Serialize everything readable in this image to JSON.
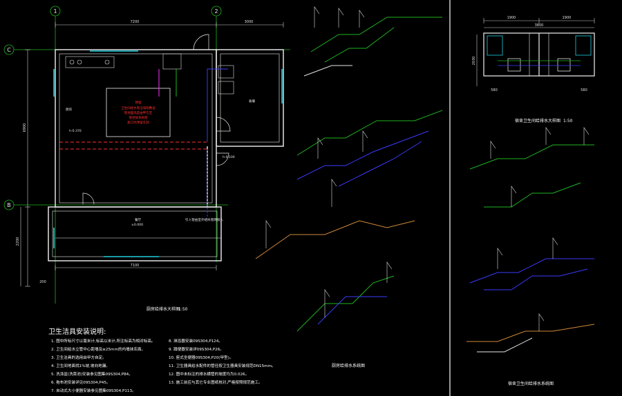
{
  "grid": {
    "axis_1": "1",
    "axis_2": "2",
    "axis_c": "C",
    "axis_b": "B"
  },
  "dims": {
    "top_total": "7200",
    "top_right": "3000",
    "left_total": "6900",
    "left_lower": "2200",
    "left_small": "200",
    "bottom_total": "7100",
    "right_a": "1900",
    "right_b": "1900",
    "right_total": "3800",
    "right_left": "2030",
    "right_s1": "580",
    "right_s2": "580"
  },
  "plan_labels": {
    "kitchen": "厨房",
    "dining": "餐厅",
    "room_a": "厨房",
    "room_b": "备餐",
    "level_a": "h-0.370",
    "level_b": "h-0.100",
    "level_c": "±0.000",
    "red_note_1": "预留",
    "red_note_2": "卫生间给水管沿墙暗敷设",
    "red_note_3": "距地面高度由甲方定",
    "red_note_4": "管径按系统图",
    "red_note_5": "施工时预留孔洞",
    "pipe_label": "引入管由室外给水管网接入"
  },
  "captions": {
    "plan": "厨房给排水大样图",
    "plan_scale": "1:50",
    "right_plan": "宿舍卫生间给排水大样图",
    "right_plan_scale": "1:50",
    "system_mid": "厨房给排水系统图",
    "system_right": "宿舍卫生间给排水系统图"
  },
  "notes": {
    "title": "卫生洁具安装说明:",
    "left": [
      "1. 图中所标尺寸以毫米计,标高以米计,所注标高为相对标高。",
      "2. 卫生间给水立管中心距墙及≥25mm的内墙抹灰面。",
      "3. 卫生洁具的选用由甲方自定。",
      "4. 卫生间地面找1%坡,坡向地漏。",
      "5. 洗涤盆(洗菜池)安装参见图集09S304,P84。",
      "6. 拖布池安装详见09S304,P45。",
      "7. 自动式大小便器安装参见图集09S304,P113。"
    ],
    "right": [
      "8. 淋浴器安装09S304,P124。",
      "9. 蹲便器安装详09S304,P26。",
      "10. 座式坐便器09S304,P20(甲型)。",
      "11. 卫生器具给水配件的管径按卫生器具安装规范DN15mm。",
      "12. 图中未标注的排水横管的坡度均为0.026。",
      "13. 施工前应与其它专业图纸核对,严格按照规范施工。"
    ]
  }
}
